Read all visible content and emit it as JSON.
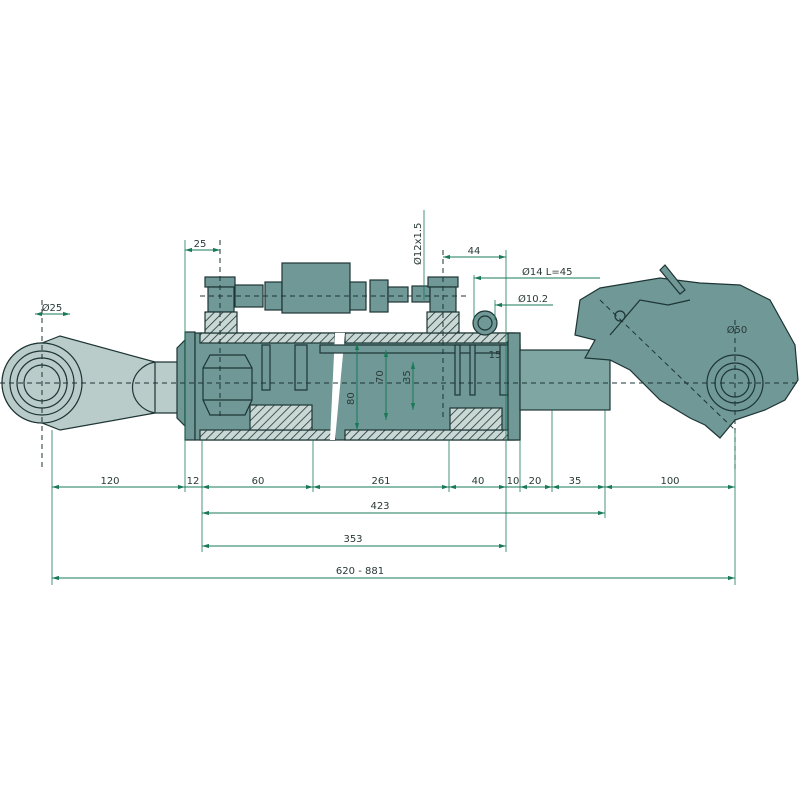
{
  "drawing": {
    "title": "Hydraulic top link with catch hook",
    "colors": {
      "body": "#6f9896",
      "eye": "#b9ccc9",
      "outline": "#1d3534",
      "dimension": "#1a7a58"
    },
    "labels": {
      "eye_diameter": "Ø25",
      "fitting_offset": "25",
      "thread": "Ø12x1.5",
      "port_spacing": "44",
      "pin": "Ø14 L=45",
      "ring": "Ø10.2",
      "hook_diameter": "Ø50",
      "bore_outer": "80",
      "bore_inner": "70",
      "rod_diameter": "35",
      "ring_offset": "15"
    },
    "row1": [
      "120",
      "12",
      "60",
      "261",
      "40",
      "10",
      "20",
      "35",
      "100"
    ],
    "dim_423": "423",
    "dim_353": "353",
    "dim_total": "620 - 881"
  }
}
